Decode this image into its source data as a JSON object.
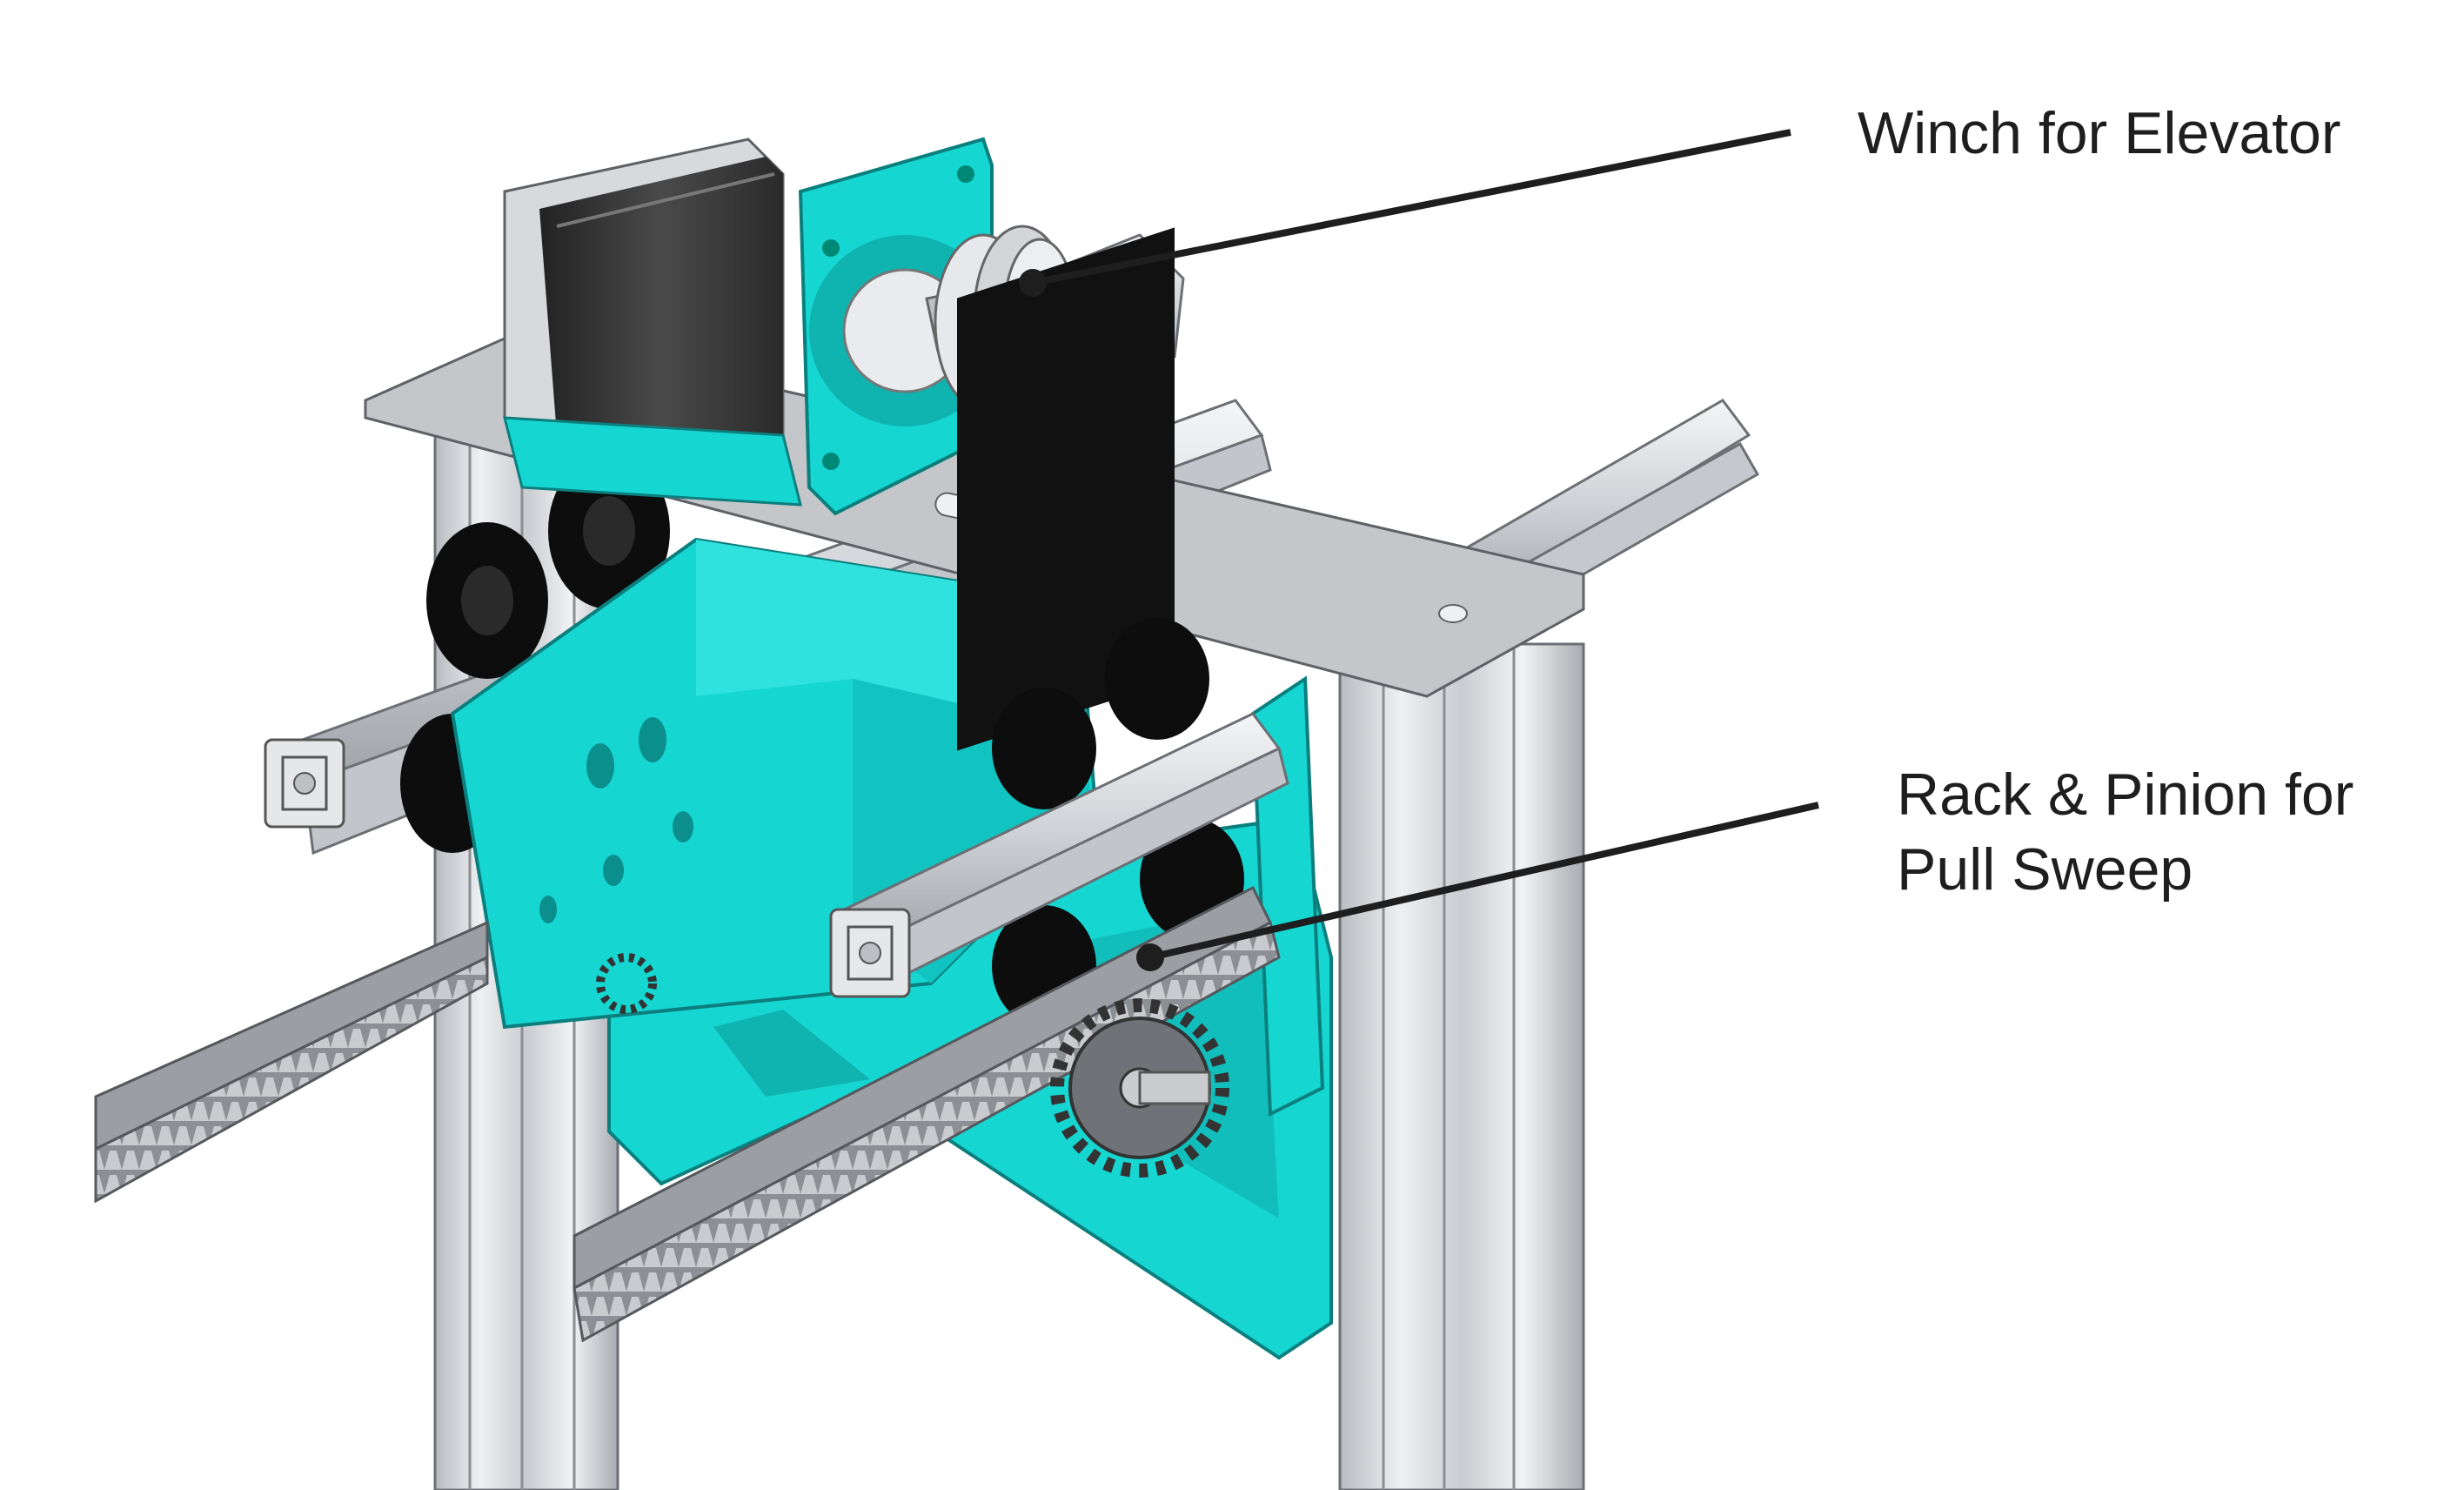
{
  "callouts": {
    "winch": {
      "text": "Winch for Elevator"
    },
    "rack_pinion": {
      "line1": "Rack & Pinion for",
      "line2": "Pull Sweep"
    }
  },
  "colors": {
    "cyan_part": "#16d6d2",
    "cyan_shadow": "#0fb3b0",
    "aluminum": "#d9dadc",
    "aluminum_dark": "#9ea1a6",
    "rubber_wheel": "#0d0d0d",
    "motor_body": "#3a3a3a",
    "leader_line": "#1e1e1e"
  },
  "icons": [
    "winch-pulley-icon",
    "stepper-motor-icon",
    "gear-pinion-icon",
    "gear-rack-icon"
  ]
}
